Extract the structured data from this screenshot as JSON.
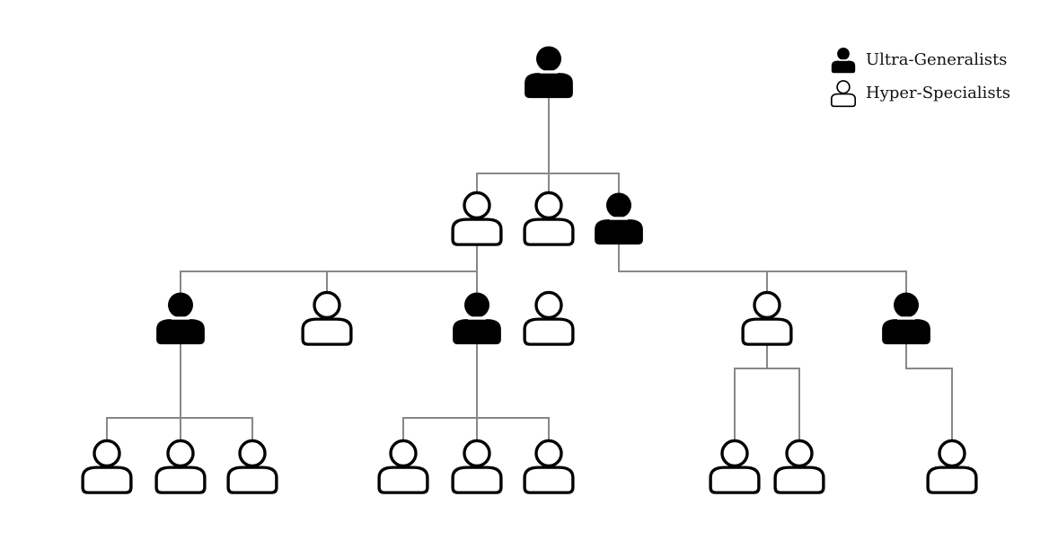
{
  "legend": {
    "items": [
      {
        "label": "Ultra-Generalists",
        "type": "generalist"
      },
      {
        "label": "Hyper-Specialists",
        "type": "specialist"
      }
    ]
  },
  "nodes": [
    {
      "id": "root",
      "type": "generalist"
    },
    {
      "id": "l1a",
      "type": "specialist"
    },
    {
      "id": "l1b",
      "type": "specialist"
    },
    {
      "id": "l1c",
      "type": "generalist"
    },
    {
      "id": "l2a",
      "type": "generalist"
    },
    {
      "id": "l2b",
      "type": "specialist"
    },
    {
      "id": "l2c",
      "type": "generalist"
    },
    {
      "id": "l2d",
      "type": "specialist"
    },
    {
      "id": "l2e",
      "type": "specialist"
    },
    {
      "id": "l2f",
      "type": "generalist"
    },
    {
      "id": "l3a",
      "type": "specialist"
    },
    {
      "id": "l3b",
      "type": "specialist"
    },
    {
      "id": "l3c",
      "type": "specialist"
    },
    {
      "id": "l3d",
      "type": "specialist"
    },
    {
      "id": "l3e",
      "type": "specialist"
    },
    {
      "id": "l3f",
      "type": "specialist"
    },
    {
      "id": "l3g",
      "type": "specialist"
    },
    {
      "id": "l3h",
      "type": "specialist"
    },
    {
      "id": "l3i",
      "type": "specialist"
    }
  ],
  "edges": [
    [
      "root",
      "l1a"
    ],
    [
      "root",
      "l1b"
    ],
    [
      "root",
      "l1c"
    ],
    [
      "l1a",
      "l2a"
    ],
    [
      "l1a",
      "l2b"
    ],
    [
      "l1a",
      "l2c"
    ],
    [
      "l1b",
      "l2d"
    ],
    [
      "l1c",
      "l2e"
    ],
    [
      "l1c",
      "l2f"
    ],
    [
      "l2a",
      "l3a"
    ],
    [
      "l2a",
      "l3b"
    ],
    [
      "l2a",
      "l3c"
    ],
    [
      "l2c",
      "l3d"
    ],
    [
      "l2c",
      "l3e"
    ],
    [
      "l2c",
      "l3f"
    ],
    [
      "l2e",
      "l3g"
    ],
    [
      "l2e",
      "l3h"
    ],
    [
      "l2f",
      "l3i"
    ]
  ],
  "colors": {
    "line": "#888888",
    "icon": "#000000",
    "background": "#ffffff"
  }
}
